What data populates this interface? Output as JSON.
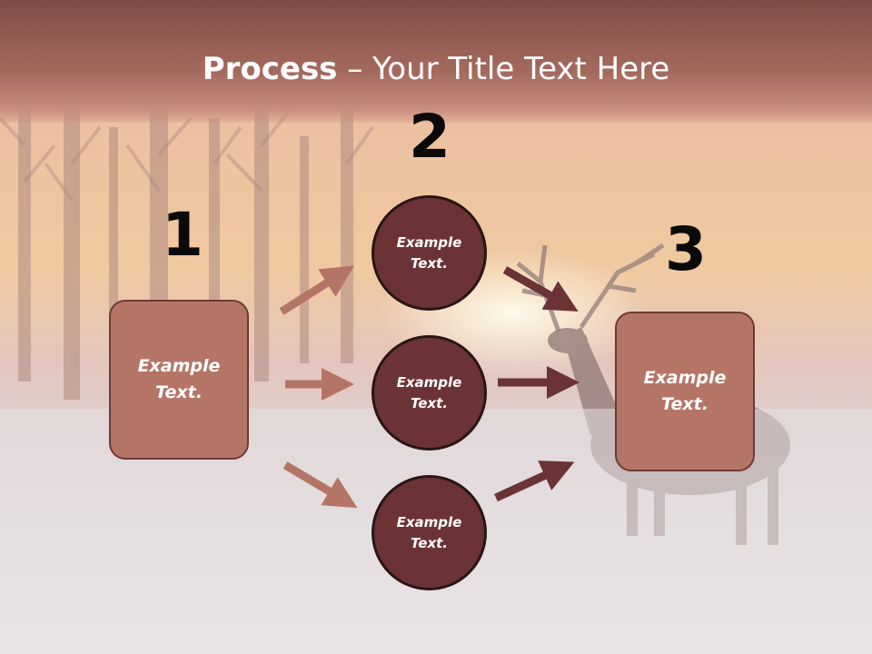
{
  "slide": {
    "title_bold": "Process",
    "title_rest": " – Your Title Text Here",
    "steps": [
      {
        "number": "1",
        "text_line1": "Example",
        "text_line2": "Text."
      },
      {
        "number": "2",
        "text_line1": "Example",
        "text_line2": "Text."
      },
      {
        "number": "3",
        "text_line1": "Example",
        "text_line2": "Text."
      }
    ],
    "circles": [
      {
        "text_line1": "Example",
        "text_line2": "Text."
      },
      {
        "text_line1": "Example",
        "text_line2": "Text."
      },
      {
        "text_line1": "Example",
        "text_line2": "Text."
      }
    ]
  },
  "colors": {
    "header": "#a56a5e",
    "box_fill": "#b57566",
    "circle_fill": "#6b3335",
    "arrow_light": "#b57566",
    "arrow_dark": "#6b3335"
  }
}
